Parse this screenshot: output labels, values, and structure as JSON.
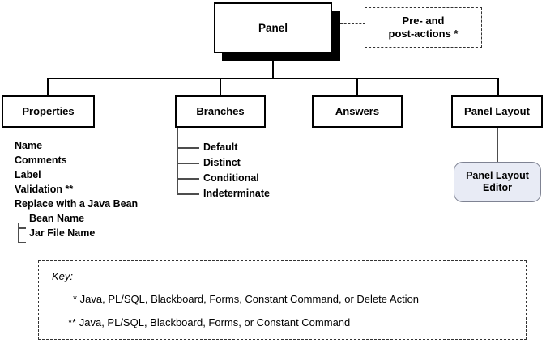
{
  "diagram": {
    "title": "Panel structure hierarchy diagram",
    "root": {
      "label": "Panel"
    },
    "side_note": {
      "line1": "Pre- and",
      "line2": "post-actions *"
    },
    "branches_nodes": [
      {
        "id": "properties",
        "label": "Properties"
      },
      {
        "id": "branches",
        "label": "Branches"
      },
      {
        "id": "answers",
        "label": "Answers"
      },
      {
        "id": "panel-layout",
        "label": "Panel Layout"
      }
    ],
    "properties_items": [
      {
        "label": "Name",
        "level": 0
      },
      {
        "label": "Comments",
        "level": 0
      },
      {
        "label": "Label",
        "level": 0
      },
      {
        "label": "Validation **",
        "level": 0
      },
      {
        "label": "Replace with a Java Bean",
        "level": 0
      },
      {
        "label": "Bean Name",
        "level": 1
      },
      {
        "label": "Jar File Name",
        "level": 1
      }
    ],
    "branches_items": [
      {
        "label": "Default"
      },
      {
        "label": "Distinct"
      },
      {
        "label": "Conditional"
      },
      {
        "label": "Indeterminate"
      }
    ],
    "panel_layout_editor": {
      "line1": "Panel Layout",
      "line2": "Editor",
      "fill_color": "#e8ebf5",
      "border_color": "#7f8393"
    },
    "key": {
      "title": "Key:",
      "lines": [
        "* Java, PL/SQL, Blackboard, Forms, Constant Command, or Delete Action",
        "** Java, PL/SQL, Blackboard, Forms, or  Constant Command"
      ]
    },
    "colors": {
      "stroke": "#000000",
      "thin_stroke": "#4d4d4d",
      "dashed_stroke": "#333333",
      "background": "#ffffff",
      "shadow": "#000000"
    }
  }
}
